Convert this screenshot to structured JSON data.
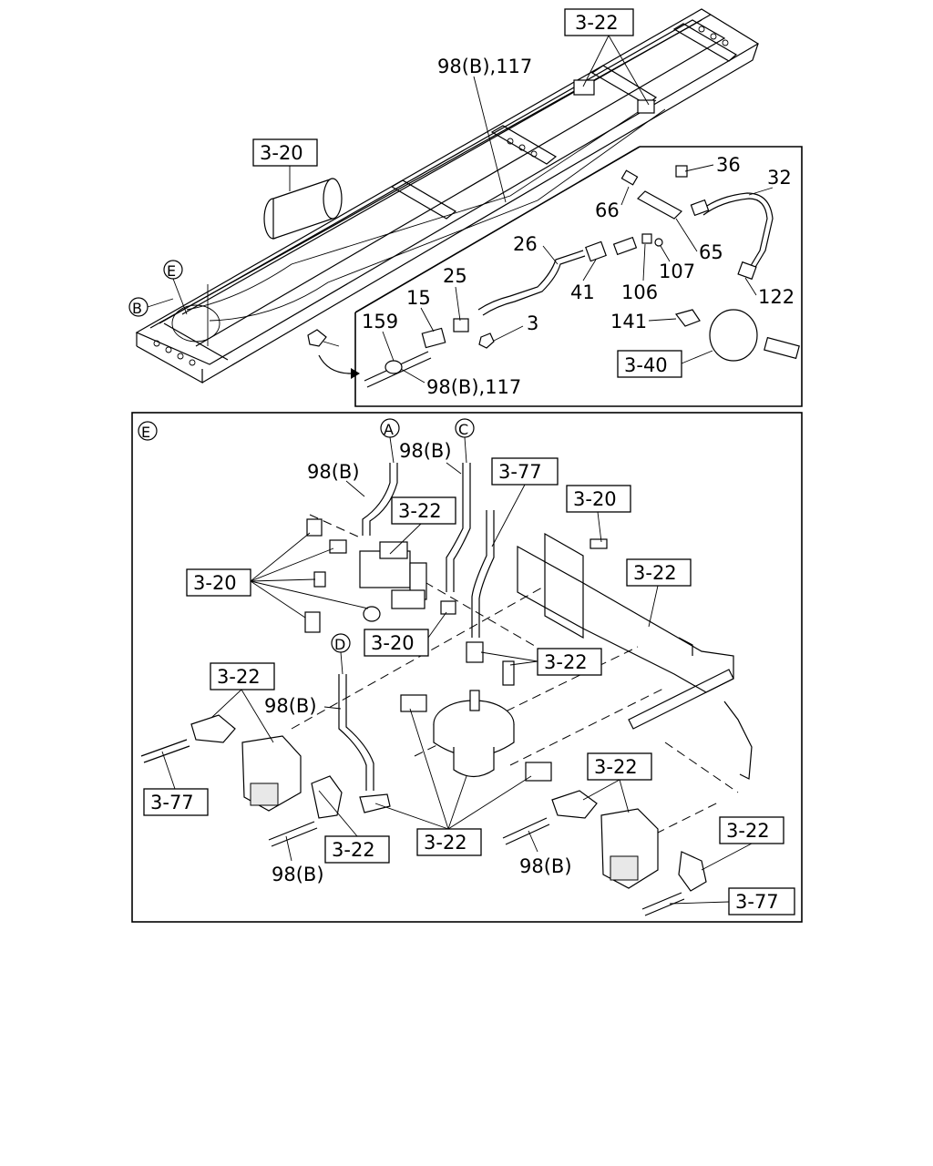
{
  "top_labels": {
    "ref_3_22_top": "3-22",
    "pipe_98b_117_top": "98(B),117",
    "ref_3_20_tank": "3-20",
    "circle_e": "E",
    "circle_b": "B"
  },
  "detail_inset": {
    "n36": "36",
    "n32": "32",
    "n66": "66",
    "n65": "65",
    "n107": "107",
    "n26": "26",
    "n25": "25",
    "n15": "15",
    "n41": "41",
    "n106": "106",
    "n122": "122",
    "n159": "159",
    "n3": "3",
    "n141": "141",
    "ref_3_40": "3-40",
    "pipe_98b_117": "98(B),117"
  },
  "view_e": {
    "circle_e": "E",
    "circle_a": "A",
    "circle_c": "C",
    "circle_d": "D",
    "pipe_98b_a": "98(B)",
    "pipe_98b_c": "98(B)",
    "pipe_98b_d": "98(B)",
    "pipe_98b_bottom_left": "98(B)",
    "pipe_98b_bottom_right": "98(B)",
    "ref_3_77_top": "3-77",
    "ref_3_22_valve": "3-22",
    "ref_3_20_bolt": "3-20",
    "ref_3_20_fittings": "3-20",
    "ref_3_22_bracket": "3-22",
    "ref_3_20_mid": "3-20",
    "ref_3_22_tee": "3-22",
    "ref_3_22_left_valve": "3-22",
    "ref_3_77_left": "3-77",
    "ref_3_22_bottom_left": "3-22",
    "ref_3_22_bottom_mid": "3-22",
    "ref_3_22_right_valve": "3-22",
    "ref_3_22_right_elbow": "3-22",
    "ref_3_77_right": "3-77"
  }
}
